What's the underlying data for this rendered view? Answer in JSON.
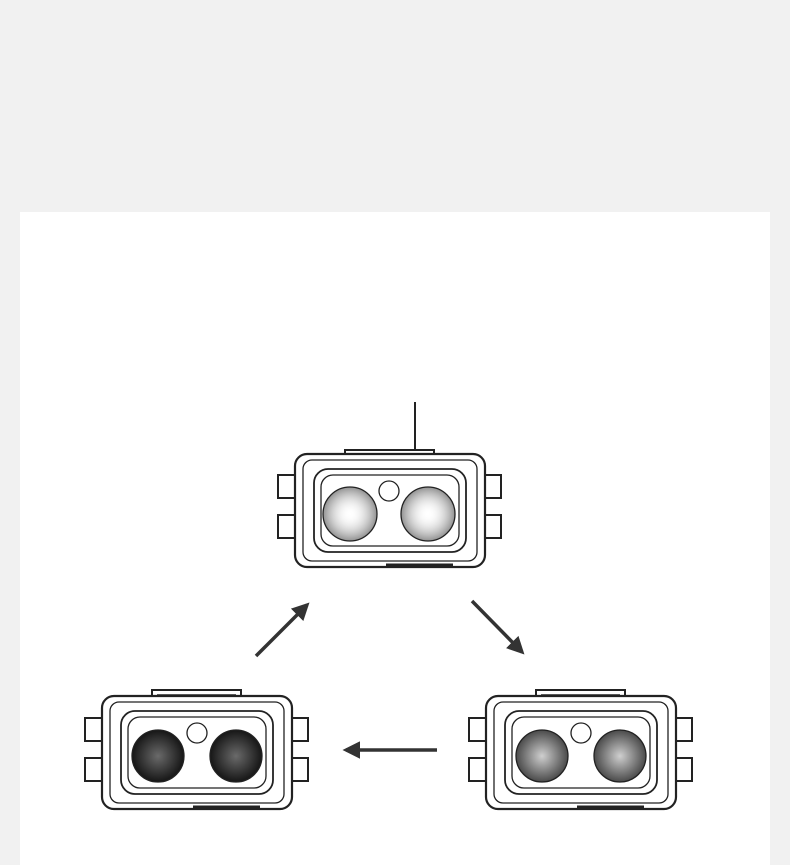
{
  "diagram": {
    "cycle": [
      "device-top",
      "device-right",
      "device-left"
    ],
    "devices": [
      {
        "id": "device-top",
        "lens_shade": "light",
        "has_antenna": true,
        "shade_color": "#7d7d7d"
      },
      {
        "id": "device-right",
        "lens_shade": "medium",
        "has_antenna": false,
        "shade_color": "#4a4a4a"
      },
      {
        "id": "device-left",
        "lens_shade": "dark",
        "has_antenna": false,
        "shade_color": "#161616"
      }
    ],
    "colors": {
      "stroke": "#222222",
      "arrow": "#333333",
      "panel": "#ffffff",
      "background": "#f1f1f1"
    }
  }
}
